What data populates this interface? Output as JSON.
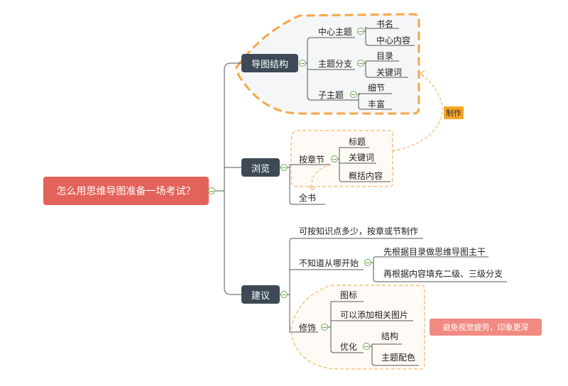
{
  "root": {
    "label": "怎么用思维导图准备一场考试？"
  },
  "structure": {
    "label": "导图结构",
    "center_topic": {
      "label": "中心主题",
      "children": [
        "书名",
        "中心内容"
      ]
    },
    "branch_topic": {
      "label": "主题分支",
      "children": [
        "目录",
        "关键词"
      ]
    },
    "sub_topic": {
      "label": "子主题",
      "children": [
        "细节",
        "丰富"
      ]
    }
  },
  "browse": {
    "label": "浏览",
    "by_chapter": {
      "label": "按章节",
      "children": [
        "标题",
        "关键词",
        "概括内容"
      ]
    },
    "whole_book": "全书"
  },
  "advice": {
    "label": "建议",
    "tip": "可按知识点多少，按章或节制作",
    "unknown_start": {
      "label": "不知道从哪开始",
      "children": [
        "先根据目录做思维导图主干",
        "再根据内容填充二级、三级分支"
      ]
    },
    "decorate": {
      "label": "修饰",
      "icon": "图标",
      "add_images": "可以添加相关图片",
      "optimize": {
        "label": "优化",
        "children": [
          "结构",
          "主题配色"
        ]
      }
    }
  },
  "relation_label": "制作",
  "callout": "避免视觉疲劳，印象更深",
  "colors": {
    "root": "#e3625a",
    "main": "#3d4a55",
    "boundary": "#f5a64a",
    "callout": "#f08a82",
    "toggle": "#6aa84f",
    "line": "#555555"
  }
}
